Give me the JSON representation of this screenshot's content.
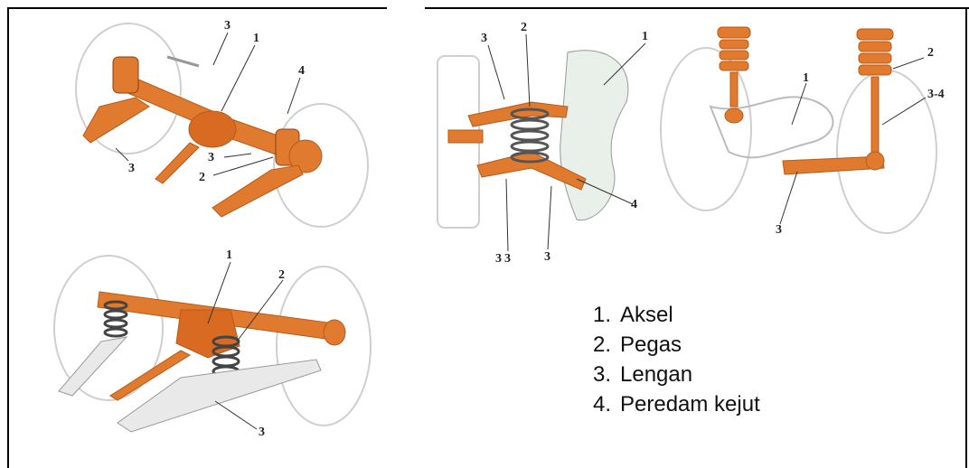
{
  "panels": {
    "top_left": {
      "callouts": [
        "3",
        "1",
        "4",
        "3",
        "3",
        "2"
      ]
    },
    "top_middle": {
      "callouts": [
        "3",
        "2",
        "1",
        "4",
        "3",
        "3",
        "3"
      ]
    },
    "top_right": {
      "callouts": [
        "2",
        "1",
        "3-4",
        "3"
      ]
    },
    "bottom_left": {
      "callouts": [
        "1",
        "2",
        "3"
      ]
    }
  },
  "legend": {
    "items": [
      {
        "num": "1.",
        "label": "Aksel"
      },
      {
        "num": "2.",
        "label": "Pegas"
      },
      {
        "num": "3.",
        "label": "Lengan"
      },
      {
        "num": "4.",
        "label": "Peredam kejut"
      }
    ]
  },
  "colors": {
    "part": "#e07a2e",
    "part_dark": "#b85a18",
    "spring": "#555555",
    "wheel": "#d8d8d8",
    "arm_grey": "#dddddd"
  }
}
